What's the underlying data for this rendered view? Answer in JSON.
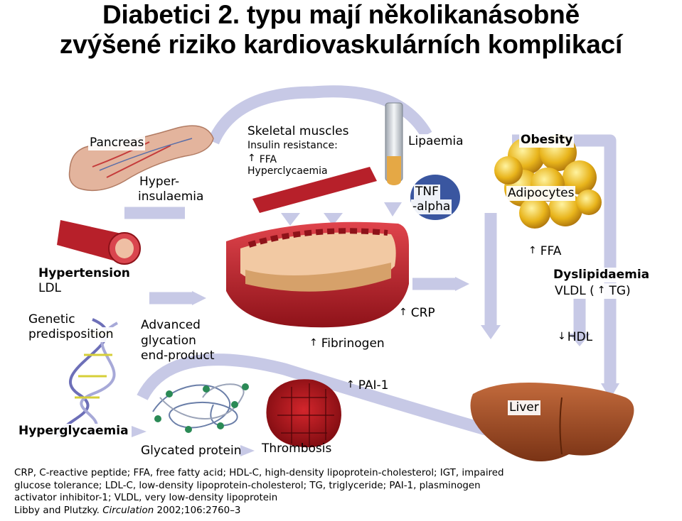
{
  "title": {
    "line1": "Diabetici 2. typu mají několikanásobně",
    "line2": "zvýšené riziko kardiovaskulárních komplikací"
  },
  "labels": {
    "pancreas": "Pancreas",
    "hyper": "Hyper-",
    "insulaemia": "insulaemia",
    "skeletal_muscles": "Skeletal muscles",
    "insulin_resistance": "Insulin resistance:",
    "ffa_small": "FFA",
    "hyperclycaemia": "Hyperclycaemia",
    "lipaemia": "Lipaemia",
    "obesity": "Obesity",
    "tnf": "TNF",
    "alpha": "-alpha",
    "adipocytes": "Adipocytes",
    "ffa": "FFA",
    "hypertension": "Hypertension",
    "ldl": "LDL",
    "dyslipidaemia": "Dyslipidaemia",
    "vldl": "VLDL (",
    "tg": "TG)",
    "genetic": "Genetic",
    "predisposition": "predisposition",
    "advanced": "Advanced",
    "glycation": "glycation",
    "end_product": "end-product",
    "crp": "CRP",
    "fibrinogen": "Fibrinogen",
    "hdl": "HDL",
    "pai1": "PAI-1",
    "liver": "Liver",
    "hyperglycaemia": "Hyperglycaemia",
    "glycated_protein": "Glycated protein",
    "thrombosis": "Thrombosis"
  },
  "footnote": {
    "line1": "CRP, C-reactive peptide; FFA, free fatty acid; HDL-C, high-density lipoprotein-cholesterol; IGT, impaired",
    "line2": "glucose tolerance; LDL-C, low-density lipoprotein-cholesterol; TG, triglyceride; PAI-1, plasminogen",
    "line3": "activator inhibitor-1; VLDL, very low-density lipoprotein",
    "citation_pre": "Libby and Plutzky. ",
    "citation_journal": "Circulation",
    "citation_post": " 2002;106:2760–3"
  },
  "colors": {
    "arrow": "#c7c9e6",
    "vessel_red": "#c0242f",
    "fat_yellow": "#e7b51a",
    "liver_brown": "#a5512b",
    "tnf_blue": "#3a56a0"
  }
}
